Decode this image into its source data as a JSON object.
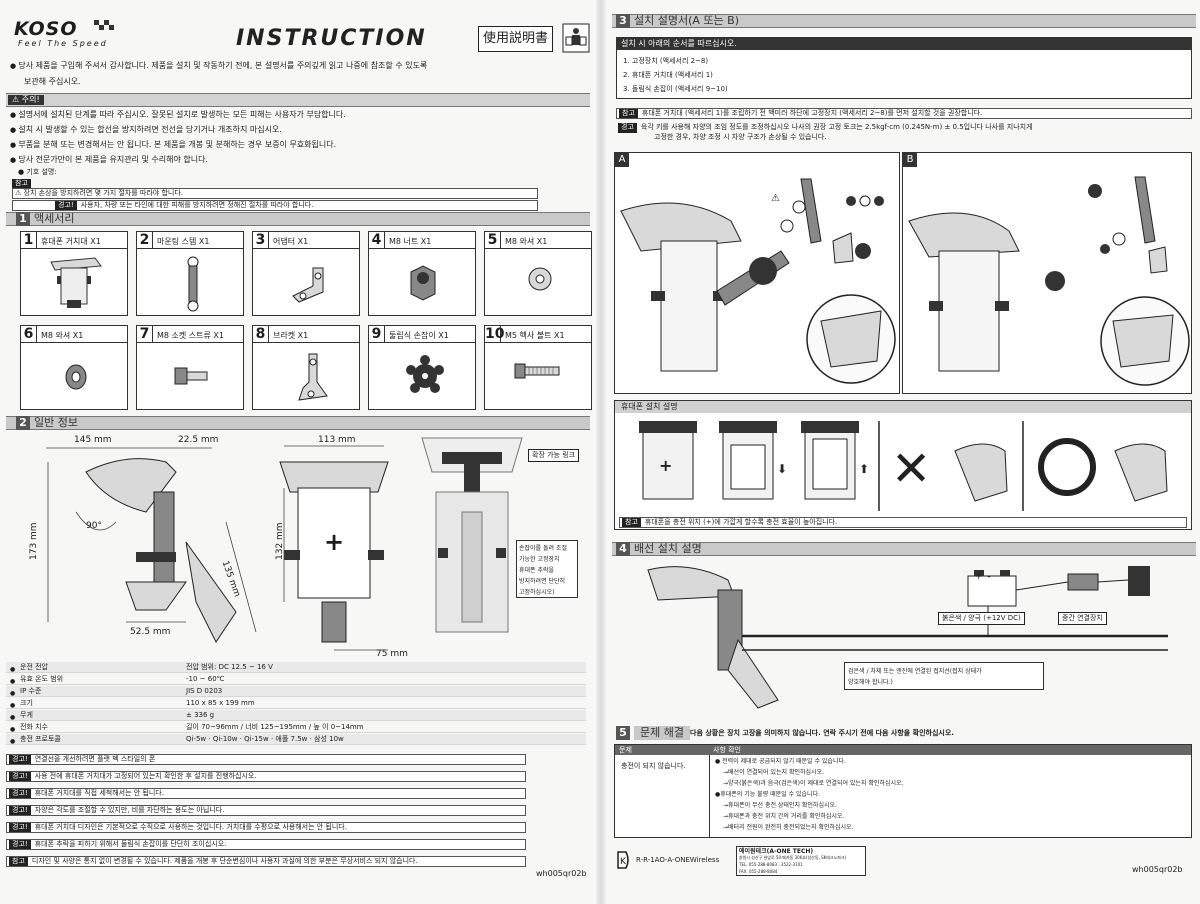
{
  "header": {
    "brand": "KOSO",
    "tagline": "Feel The Speed",
    "title": "INSTRUCTION",
    "title_jp": "使用説明書"
  },
  "intro": {
    "line1": "당사 제품을 구입해 주셔서 감사합니다.  제품을 설치 및 작동하기 전에, 본 설명서를 주의깊게 읽고 나중에 참조할 수 있도록",
    "line2": "보관해 주십시오."
  },
  "caution": {
    "label": "주의!",
    "items": [
      "설명서에 설치된 단계를 따라 주십시오. 잘못된 설치로 발생하는 모든 피해는 사용자가 부담합니다.",
      "설치 시 발생할 수 있는 합선을 방지하려면 전선을 당기거나 개조하지 마십시오.",
      "부품을 분해 또는 변경해서는 안 됩니다. 본 제품을 개봉 및 분해하는 경우 보증이 무효화됩니다.",
      "당사 전문가만이 본 제품을 유지관리 및 수리해야 합니다."
    ],
    "symbol_label": "기호 설명:",
    "note_tag": "참고",
    "note_text": "장치 손상을 방지하려면 몇 가지 절차를 따라야 합니다.",
    "warn_tag": "경고!",
    "warn_text": "사용자, 차량 또는 타인에 대한 피해를 방지하려면 정해진 절차를 따라야 합니다."
  },
  "section1": {
    "num": "1",
    "title": "액세서리",
    "items": [
      {
        "num": "1",
        "label": "휴대폰 거치대 X1"
      },
      {
        "num": "2",
        "label": "마운팅 스템 X1"
      },
      {
        "num": "3",
        "label": "어댑터 X1"
      },
      {
        "num": "4",
        "label": "M8 너트 X1"
      },
      {
        "num": "5",
        "label": "M8 와셔 X1"
      },
      {
        "num": "6",
        "label": "M8 와셔 X1"
      },
      {
        "num": "7",
        "label": "M8 소켓 스트류 X1"
      },
      {
        "num": "8",
        "label": "브라켓 X1"
      },
      {
        "num": "9",
        "label": "둘립식 손잡이 X1"
      },
      {
        "num": "10",
        "label": "M5 헥사 볼트 X1"
      }
    ]
  },
  "section2": {
    "num": "2",
    "title": "일반 정보",
    "dims": {
      "d145": "145 mm",
      "d225": "22.5 mm",
      "d173": "173 mm",
      "d90": "90°",
      "d135": "135 mm",
      "d525": "52.5 mm",
      "d113": "113 mm",
      "d132": "132 mm",
      "d75": "75 mm"
    },
    "expand_link_label": "확장 가능 링크",
    "clamp_note": [
      "손잡이를 돌려 조절",
      "가능한 고정장치",
      "휴대폰 추락을",
      "방지하려면 단단히",
      "고정하십시오)"
    ],
    "specs": [
      {
        "k": "운전 전압",
        "v": "전압 범위: DC 12.5 ~ 16 V"
      },
      {
        "k": "유효 온도 범위",
        "v": "-10 ~ 60℃"
      },
      {
        "k": "IP 수준",
        "v": "JIS D 0203"
      },
      {
        "k": "크기",
        "v": "110 x 85 x 199 mm"
      },
      {
        "k": "무게",
        "v": "± 336 g"
      },
      {
        "k": "전화 치수",
        "v": "길이 70~96mm / 너비 125~195mm / 높 이 0~14mm"
      },
      {
        "k": "충전 프로토콜",
        "v": "Qi-5w  ·  Qi-10w  ·  Qi-15w  ·  애플 7.5w  ·  삼성 10w"
      }
    ],
    "warnings": [
      {
        "tag": "경고!",
        "text": "연결선을 개선하려면 플랫 벡 스타일의 폰"
      },
      {
        "tag": "경고!",
        "text": "사용 전에 휴대폰 거치대가 고정되어 있는지 확인한 후 설치를 진행하십시오."
      },
      {
        "tag": "경고!",
        "text": "휴대폰 거치대를 직접 세척해서는 안 됩니다."
      },
      {
        "tag": "경고!",
        "text": "차양은 각도를 조절할 수 있지만, 비를 차단하는 용도는 아닙니다."
      },
      {
        "tag": "경고!",
        "text": "휴대폰 거치대 디자인은 기본적으로 수직으로 사용하는 것입니다. 거치대를 수평으로 사용해서는 안 됩니다."
      },
      {
        "tag": "경고!",
        "text": "휴대폰 추락을 피하기 위해서 둘림식 손잡이를 단단히 조이십시오."
      },
      {
        "tag": "참고",
        "text": "디자인 및 사양은 통지 없이 변경될 수 있습니다. 제품을 개봉 후 단순변심이나 사용자 과실에 의한 부분은 무상서비스 되지 않습니다."
      }
    ],
    "code": "wh005qr02b"
  },
  "section3": {
    "num": "3",
    "title": "설치 설명서(A 또는 B)",
    "order_title": "설치 시 아래의 순서를 따르십시오.",
    "steps": [
      "1. 고정장치 (액세서리 2~8)",
      "2. 휴대폰 거치대 (액세서리 1)",
      "3. 돌림식 손잡이 (액세서리 9~10)"
    ],
    "note1_tag": "참고",
    "note1": "휴대폰 거치대 (액세서리 1)를 조립하기 전 백미러 하단에 고정장치 (액세서리 2~8)를 먼저 설치할 것을 권장합니다.",
    "note2_tag": "경고",
    "note2a": "육각 키를 사용해 자양의 조임 정도를 조정하십시오  나사의 권장 고정 토크는 2.5kgf-cm (0.245N-m) ± 0.5입니다  나사를 지나치게",
    "note2b": "고정한 경우, 차양 조정 시 차양 구조가 손상될 수 있습니다.",
    "panelA": "A",
    "panelB": "B",
    "phone_title": "휴대폰 설치 설명",
    "phone_note_tag": "참고",
    "phone_note": "휴대폰을 충전 위치 (+)에 가깝게 할수록 충전 효율이 높아집니다."
  },
  "section4": {
    "num": "4",
    "title": "배선 설치 설명",
    "red_wire": "붉은색 / 양극 (+12V DC)",
    "connector": "중간 연결장치",
    "battery": "+ -",
    "black_wire1": "검은색 / 차체 또는 엔진에 연결된 접지선(접지 상태가",
    "black_wire2": "양호해야 합니다.)"
  },
  "section5": {
    "num": "5",
    "title": "문제 해결",
    "desc": "다음 상황은 장치 고장을 의미하지 않습니다. 연락 주시기 전에 다음 사항을 확인하십시오.",
    "col1": "문제",
    "col2": "사항 확인",
    "problem": "충전이 되지 않습니다.",
    "checks": [
      "● 전력이 제대로 공급되지 않기 때문일 수 있습니다.",
      "→배선이 연결되어 있는지 확인하십시오.",
      "→양극(붉은색)과 음극(검은색)이 제대로 연결되어 있는지 확인하십시오.",
      "●휴대폰의 기능 불량 때문일 수 있습니다.",
      "→휴대폰이 무선 충전 상태인지 확인하십시오.",
      "→휴대폰과 충전 위치 간의 거리를 확인하십시오.",
      "→배터리 전원이 완전히 충전되었는지 확인하십시오."
    ]
  },
  "footer": {
    "cert": "R-R-1AO-A-ONEWireless",
    "company": "에이원테크(A-ONE TECH)",
    "addr": "창원시 성산구 완암로 50  메카동 306호(성산동, SK테크노파크)",
    "tel": "TEL. 055-288-8083 , 3522-3101",
    "fax": "FAX. 055-288-8084",
    "code": "wh005qr02b"
  }
}
